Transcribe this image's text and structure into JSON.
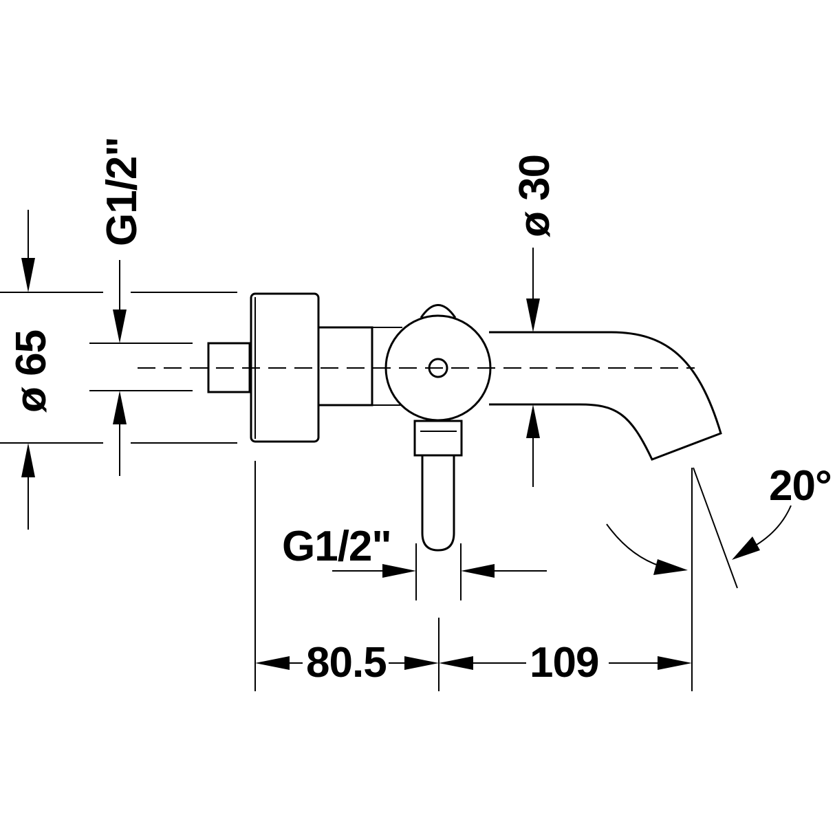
{
  "dimensions": {
    "body_diameter": "ø 65",
    "connector_thread_top": "G1/2\"",
    "spout_diameter": "ø 30",
    "inlet_thread_bottom": "G1/2\"",
    "spout_angle": "20°",
    "wall_to_inlet_distance": "80.5",
    "inlet_to_spout_distance": "109"
  }
}
